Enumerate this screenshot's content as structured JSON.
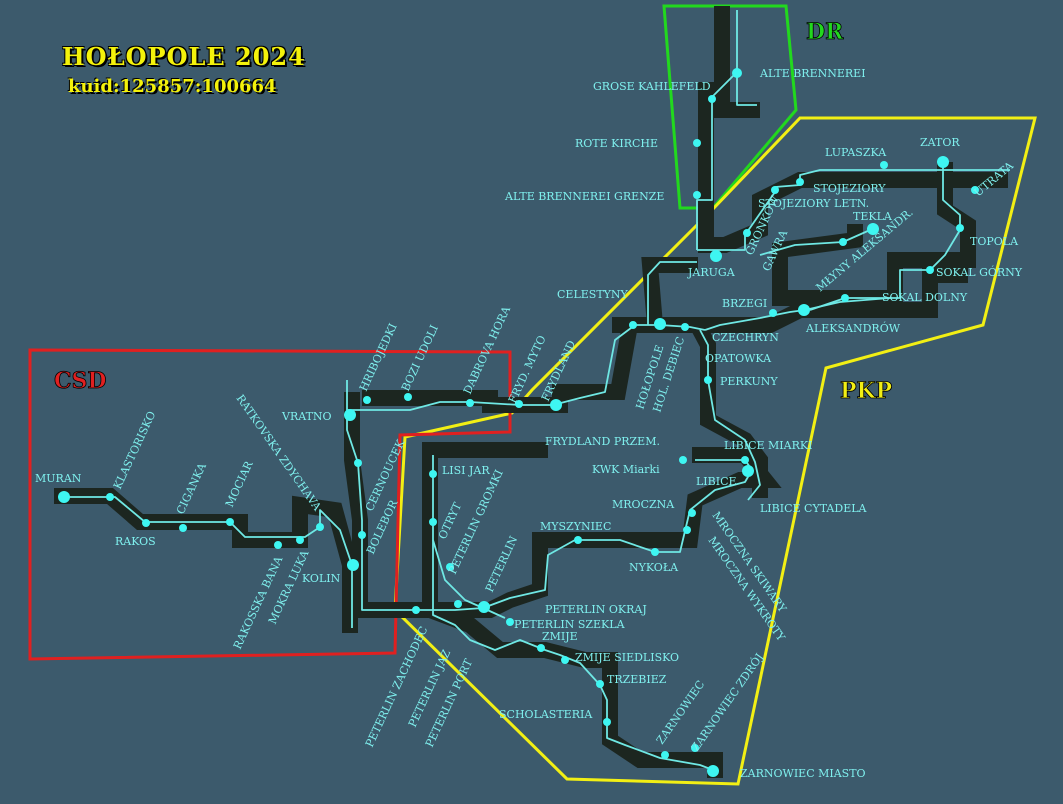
{
  "title": "HOŁOPOLE 2024",
  "kuid": "kuid:125857:100664",
  "zones": [
    {
      "label": "DR",
      "color": "#22d81e"
    },
    {
      "label": "PKP",
      "color": "#f2ef14"
    },
    {
      "label": "CSD",
      "color": "#e02020"
    }
  ],
  "stations": [
    "ALTE BRENNEREI",
    "GROSE KAHLEFELD",
    "ROTE KIRCHE",
    "ALTE BRENNEREI GRENZE",
    "LUPASZKA",
    "ZATOR",
    "STOJEZIORY",
    "STOJEZIORY LETN.",
    "UTRATA",
    "TEKLA",
    "GRONKÓW",
    "GAWRA",
    "MŁYNY ALEKSANDR.",
    "TOPOLA",
    "JARUGA",
    "SOKAL GÓRNY",
    "SOKAL DOLNY",
    "BRZEGI",
    "CELESTYNY",
    "ALEKSANDRÓW",
    "CZECHRYN",
    "OPATOWKA",
    "HOŁOPOLE",
    "HOL. DEBIEC",
    "PERKUNY",
    "LIBICE MIARKI",
    "KWK Miarki",
    "LIBICE",
    "LIBICE CYTADELA",
    "MROCZNA",
    "MROCZNA SKIWARY",
    "MROCZNA WYKROTY",
    "NYKOŁA",
    "MYSZYNIEC",
    "PETERLIN OKRAJ",
    "PETERLIN SZEKLA",
    "ZMIJE",
    "ZMIJE SIEDLISKO",
    "TRZEBIEZ",
    "SCHOLASTERIA",
    "ZARNOWIEC",
    "ZARNOWIEC ZDRÓJ",
    "ZARNOWIEC MIASTO",
    "FRYDLAND",
    "FRYDLAND PRZEM.",
    "FRYD. MYTO",
    "DABROVA HORA",
    "BOZI UDOLI",
    "HRIBOJEDKI",
    "VRATNO",
    "CERNOUCEK",
    "BOLEBOR",
    "KOLIN",
    "LISI JAR",
    "OTRYT",
    "PETERLIN GROMKI",
    "PETERLIN",
    "PETERLIN ZACHODEC",
    "PETERLIN JAZ",
    "PETERLIN PORT",
    "MURAN",
    "KLASTORISKO",
    "RAKOS",
    "CIGANKA",
    "MOCIAR",
    "RATKOVSKA ZDYCHAVA",
    "RAKOSSKA BANA",
    "MOKRA LUKA"
  ]
}
